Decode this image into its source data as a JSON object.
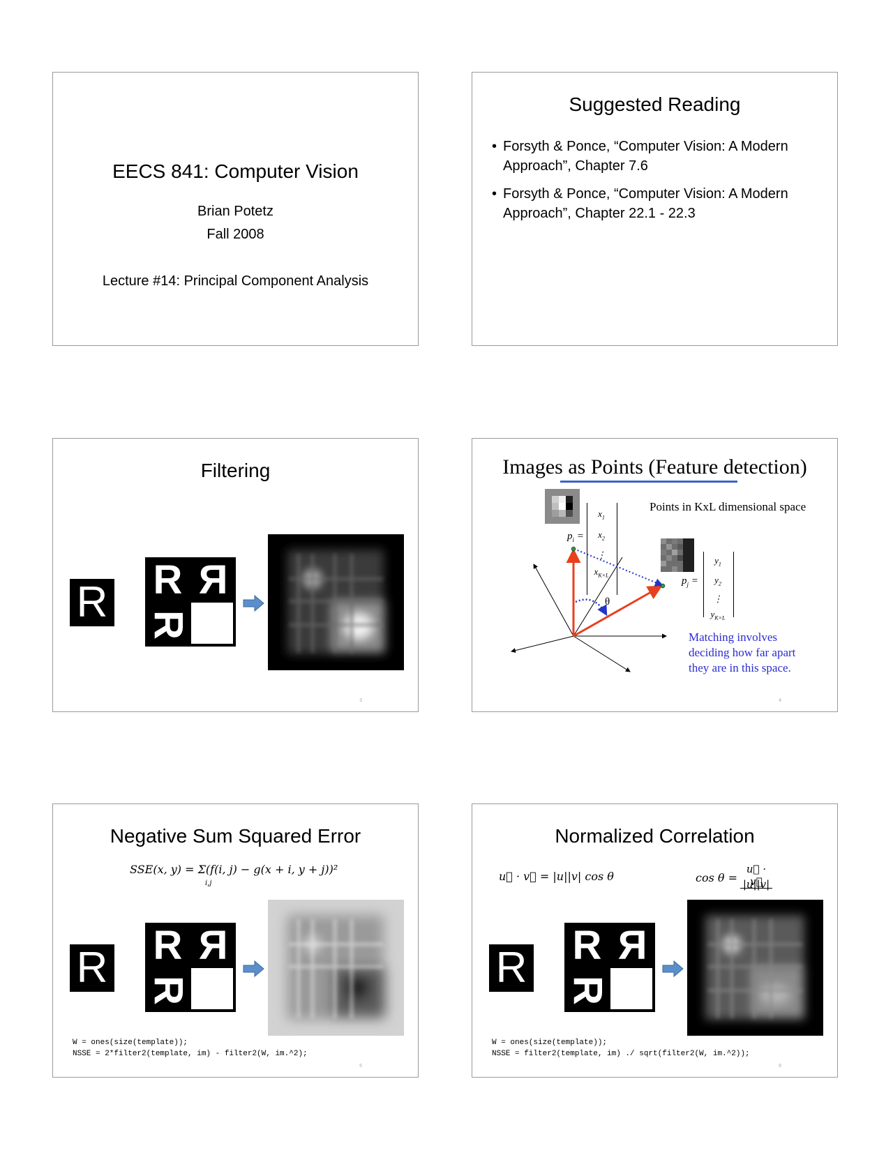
{
  "slides": [
    {
      "title": "EECS 841: Computer Vision",
      "author": "Brian Potetz",
      "term": "Fall 2008",
      "lecture": "Lecture #14: Principal Component Analysis"
    },
    {
      "title": "Suggested Reading",
      "bullets": [
        "Forsyth & Ponce, “Computer Vision: A Modern Approach”, Chapter 7.6",
        "Forsyth & Ponce, “Computer Vision: A Modern Approach”, Chapter 22.1 - 22.3"
      ]
    },
    {
      "title": "Filtering",
      "glyph": "R",
      "page": "3"
    },
    {
      "title": "Images as Points (Feature detection)",
      "points_label": "Points in KxL dimensional space",
      "pi_label": "p",
      "pi_sub": "i",
      "pj_label": "p",
      "pj_sub": "j",
      "vec_x": [
        "x",
        "x",
        "⋮",
        "x"
      ],
      "vec_x_sub": [
        "1",
        "2",
        "",
        "K×L"
      ],
      "vec_y": [
        "y",
        "y",
        "⋮",
        "y"
      ],
      "vec_y_sub": [
        "1",
        "2",
        "",
        "K×L"
      ],
      "theta": "θ",
      "matching": [
        "Matching involves",
        "deciding how far apart",
        "they are in this space."
      ],
      "page": "4"
    },
    {
      "title": "Negative Sum Squared Error",
      "formula": "SSE(x, y) = Σ(f(i, j) − g(x + i, y + j))²",
      "formula_sub": "i,j",
      "code": [
        "W = ones(size(template));",
        "NSSE = 2*filter2(template, im) - filter2(W, im.^2);"
      ],
      "glyph": "R",
      "page": "5"
    },
    {
      "title": "Normalized Correlation",
      "formula_left": "u⃗ · v⃗ = |u||v| cos θ",
      "formula_right_lhs": "cos θ =",
      "formula_right_num": "u⃗ · v⃗",
      "formula_right_den": "|u||v|",
      "code": [
        "W = ones(size(template));",
        "NSSE = filter2(template, im) ./ sqrt(filter2(W, im.^2));"
      ],
      "glyph": "R",
      "page": "6"
    }
  ],
  "colors": {
    "arrow_blue": "#5b8fc9",
    "vector_red": "#e8401c",
    "dotted_blue": "#2233cc",
    "text_blue": "#2b2bd0"
  }
}
